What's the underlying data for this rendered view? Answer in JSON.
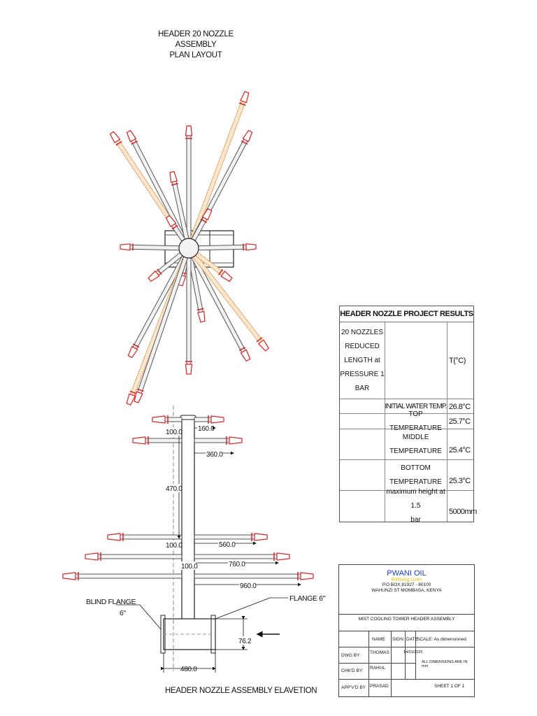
{
  "plan_title": {
    "line1": "HEADER 20 NOZZLE ASSEMBLY",
    "line2": "PLAN LAYOUT"
  },
  "elevation_title": "HEADER NOZZLE ASSEMBLY ELAVETION",
  "dimensions": {
    "d100a": "100.0",
    "d160": "160.0",
    "d360": "360.0",
    "d470": "470.0",
    "d100b": "100.0",
    "d560": "560.0",
    "d100c": "100.0",
    "d760": "760.0",
    "d960": "960.0",
    "d480": "480.0",
    "d762": "76.2"
  },
  "callouts": {
    "blind_flange_1": "BLIND FLANGE",
    "blind_flange_2": "6\"",
    "flange": "FLANGE 6\""
  },
  "results": {
    "title": "HEADER NOZZLE PROJECT RESULTS",
    "intro_lines": [
      "20 NOZZLES",
      "REDUCED",
      "LENGTH at",
      "PRESSURE 1 BAR"
    ],
    "unit_header": "T(°C)",
    "rows": [
      {
        "label": "INITIAL WATER TEMP.",
        "value": "26.8°C"
      },
      {
        "label": "TOP TEMPERATURE",
        "value": "25.7°C"
      },
      {
        "label_lines": [
          "MIDDLE",
          "TEMPERATURE"
        ],
        "value": "25.4°C"
      },
      {
        "label_lines": [
          "BOTTOM",
          "TEMPERATURE"
        ],
        "value": "25.3°C"
      },
      {
        "label_lines": [
          "maximum height at 1.5",
          "bar"
        ],
        "value": "5000mm"
      }
    ]
  },
  "title_block": {
    "company": "PWANI OIL",
    "company_sub": "Refining Lives",
    "address_1": "P.O BOX 81927 - 80100",
    "address_2": "WAHUNZI ST MOMBASA, KENYA",
    "project": "MIST COOLING TOWER HEADER ASSEMBLY",
    "col_name": "NAME",
    "col_sign": "SIGN",
    "col_date": "DATE",
    "col_scale": "SCALE: As dimensioned",
    "dwg_by_label": "DWG BY:",
    "dwg_by": "THOMAS",
    "dwg_date": "14/01/2025",
    "chkd_by_label": "CHK'D BY:",
    "chkd_by": "RAHUL",
    "note": "ALL DIMENSIONS ARE IN mm",
    "appvd_by_label": "APP'V'D BY",
    "appvd_by": "PRASAD",
    "sheet": "SHEET 1 OF 1"
  },
  "colors": {
    "nozzle": "#e02020",
    "highlight_rod": "#d9862b",
    "rod": "#555555"
  }
}
